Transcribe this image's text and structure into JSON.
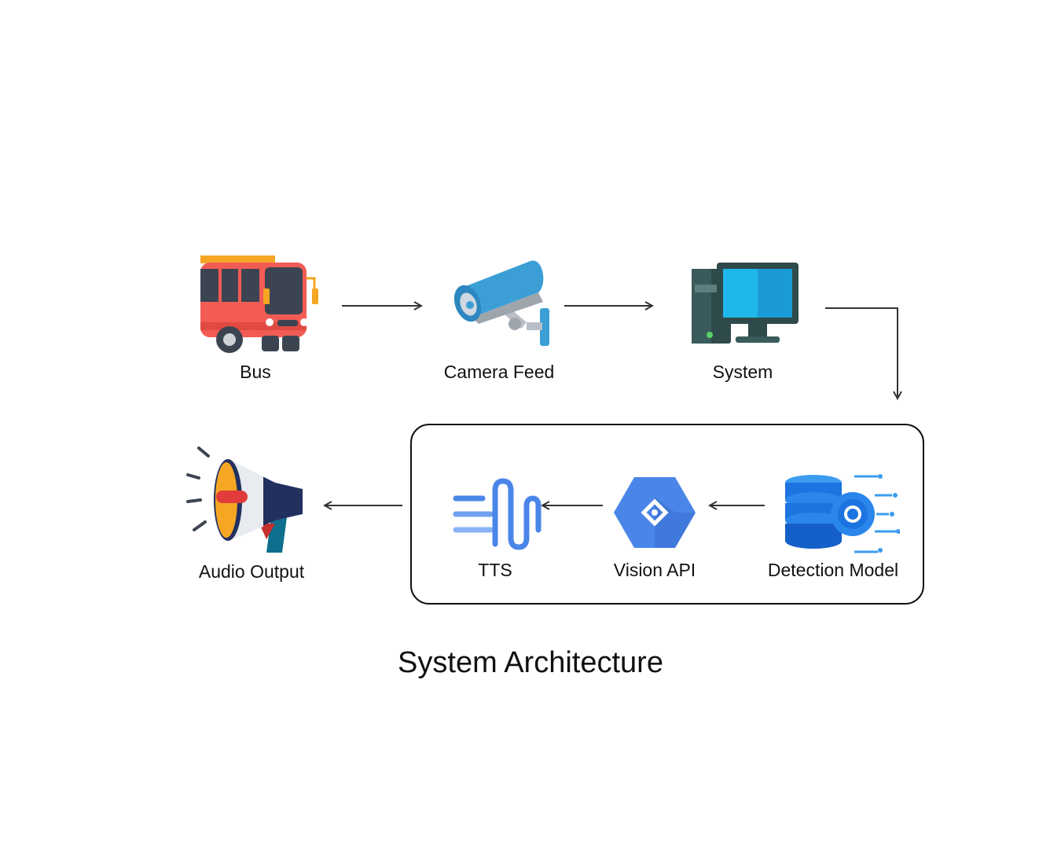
{
  "nodes": {
    "bus": {
      "label": "Bus",
      "icon": "bus-icon"
    },
    "camera": {
      "label": "Camera Feed",
      "icon": "cctv-camera-icon"
    },
    "system": {
      "label": "System",
      "icon": "desktop-computer-icon"
    },
    "detection": {
      "label": "Detection Model",
      "icon": "database-gear-icon"
    },
    "vision": {
      "label": "Vision API",
      "icon": "vision-api-icon"
    },
    "tts": {
      "label": "TTS",
      "icon": "sound-wave-icon"
    },
    "audio": {
      "label": "Audio Output",
      "icon": "megaphone-icon"
    }
  },
  "caption": "System Architecture",
  "colors": {
    "line": "#333333",
    "bus_red": "#f25c54",
    "camera_blue": "#3b9fd6",
    "screen_blue": "#1fb7ea",
    "api_blue": "#4a86e8",
    "db_blue": "#1c74e0",
    "megaphone_orange": "#f5a623",
    "megaphone_navy": "#22305e"
  }
}
